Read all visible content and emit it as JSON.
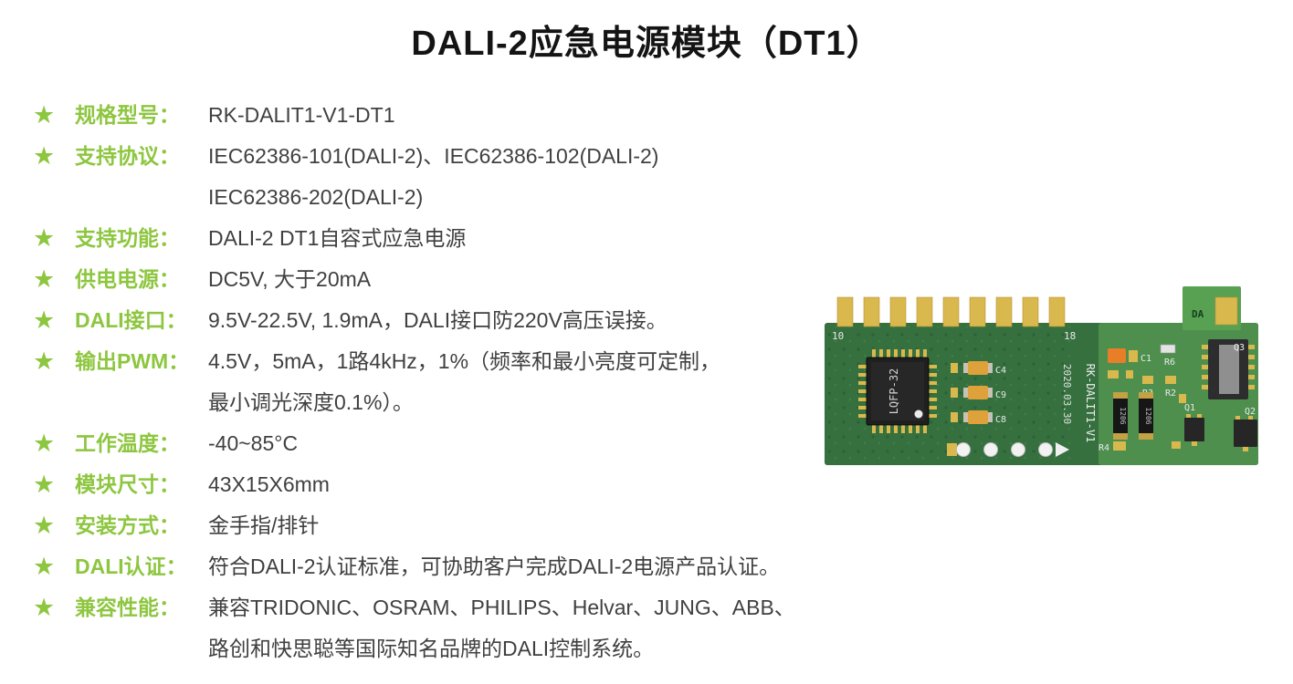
{
  "page": {
    "title": "DALI-2应急电源模块（DT1）"
  },
  "icons": {
    "star": "★"
  },
  "colors": {
    "accent_green": "#8dc63f",
    "body_text": "#404040",
    "pcb_board": "#35703e",
    "pcb_board_light": "#4e8f4e",
    "pcb_gold": "#d9b84e",
    "chip_black": "#1f1f1f"
  },
  "specs": [
    {
      "label": "规格型号：",
      "lines": [
        "RK-DALIT1-V1-DT1"
      ]
    },
    {
      "label": "支持协议：",
      "lines": [
        "IEC62386-101(DALI-2)、IEC62386-102(DALI-2)",
        "IEC62386-202(DALI-2)"
      ]
    },
    {
      "label": "支持功能：",
      "lines": [
        "DALI-2 DT1自容式应急电源"
      ]
    },
    {
      "label": "供电电源：",
      "lines": [
        "DC5V, 大于20mA"
      ]
    },
    {
      "label": "DALI接口：",
      "lines": [
        "9.5V-22.5V, 1.9mA，DALI接口防220V高压误接。"
      ]
    },
    {
      "label": "输出PWM：",
      "lines": [
        "4.5V，5mA，1路4kHz，1%（频率和最小亮度可定制，",
        "最小调光深度0.1%）。"
      ]
    },
    {
      "label": "工作温度：",
      "lines": [
        "-40~85°C"
      ]
    },
    {
      "label": "模块尺寸：",
      "lines": [
        "43X15X6mm"
      ]
    },
    {
      "label": "安装方式：",
      "lines": [
        "金手指/排针"
      ]
    },
    {
      "label": "DALI认证：",
      "lines": [
        "符合DALI-2认证标准，可协助客户完成DALI-2电源产品认证。"
      ]
    },
    {
      "label": "兼容性能：",
      "lines": [
        "兼容TRIDONIC、OSRAM、PHILIPS、Helvar、JUNG、ABB、",
        "路创和快思聪等国际知名品牌的DALI控制系统。"
      ]
    }
  ],
  "pcb": {
    "text": {
      "pin10": "10",
      "pin18": "18",
      "chip_model": "LQFP-32",
      "date_code": "2020.03.30",
      "board_model": "RK-DALIT1-V1",
      "c4": "C4",
      "c9": "C9",
      "c8": "C8",
      "c1": "C1",
      "r6": "R6",
      "r3": "R3",
      "r2": "R2",
      "r4": "R4",
      "q1": "Q1",
      "q2": "Q2",
      "q3": "Q3",
      "da_pad": "DA",
      "cap_a": "1206",
      "cap_b": "1206"
    }
  }
}
